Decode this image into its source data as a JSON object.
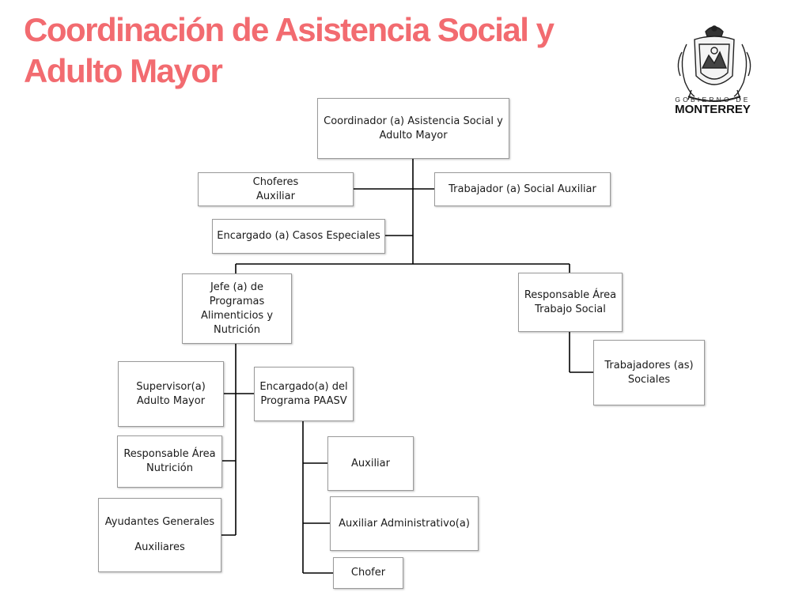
{
  "title": "Coordinación de Asistencia Social y\nAdulto Mayor",
  "logo": {
    "icon": "monterrey-coat-of-arms-icon",
    "line1": "GOBIERNO DE",
    "line2": "MONTERREY"
  },
  "colors": {
    "title": "#f26b70",
    "line": "#000000",
    "box_border": "#9a9a9a"
  },
  "org": {
    "coordinator": "Coordinador (a) Asistencia Social y\nAdulto Mayor",
    "choferes": "Choferes\nAuxiliar",
    "trabajador_social_aux": "Trabajador (a) Social Auxiliar",
    "casos_especiales": "Encargado (a) Casos Especiales",
    "jefe_programas": "Jefe (a) de\nProgramas\nAlimenticios y\nNutrición",
    "responsable_trabajo_social": "Responsable Área\nTrabajo Social",
    "trabajadores_sociales": "Trabajadores (as)\nSociales",
    "supervisor_adulto_mayor": "Supervisor(a)\nAdulto Mayor",
    "encargado_paasv": "Encargado(a) del\nPrograma PAASV",
    "responsable_nutricion": "Responsable Área\nNutrición",
    "ayudantes_line1": "Ayudantes Generales",
    "ayudantes_line2": "Auxiliares",
    "auxiliar": "Auxiliar",
    "auxiliar_administrativo": "Auxiliar Administrativo(a)",
    "chofer": "Chofer"
  }
}
